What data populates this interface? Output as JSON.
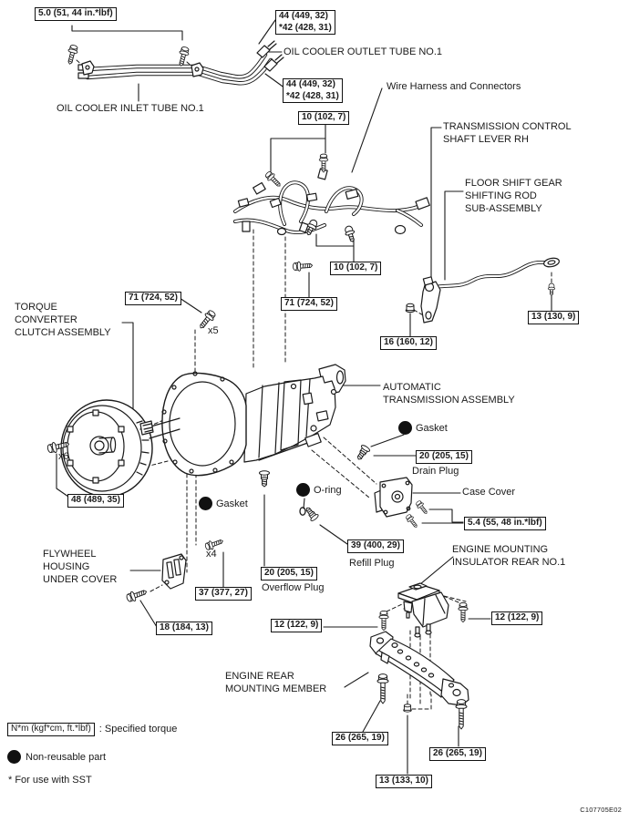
{
  "figure": {
    "code": "C107705E02",
    "torque_specs": {
      "oil_tube_clamp": "5.0 (51, 44 in.*lbf)",
      "oil_outlet_union": "44 (449, 32)\n*42 (428, 31)",
      "oil_inlet_union": "44 (449, 32)\n*42 (428, 31)",
      "harness_bolt_upper": "10 (102, 7)",
      "harness_bolt_lower": "10 (102, 7)",
      "housing_bolt_left": "71 (724, 52)",
      "housing_bolt_mid": "71 (724, 52)",
      "control_shaft_nut": "16 (160, 12)",
      "shift_rod_bolt": "13 (130, 9)",
      "drain_plug": "20 (205, 15)",
      "case_cover_bolt": "5.4 (55, 48 in.*lbf)",
      "converter_bolt": "48 (489, 35)",
      "refill_plug": "39 (400, 29)",
      "overflow_plug": "20 (205, 15)",
      "under_cover_bolt": "37 (377, 27)",
      "under_cover_front_bolt": "18 (184, 13)",
      "insulator_bolt_left": "12 (122, 9)",
      "insulator_bolt_right": "12 (122, 9)",
      "member_bolt_left": "26 (265, 19)",
      "member_bolt_right": "26 (265, 19)",
      "member_center_nut": "13 (133, 10)"
    },
    "part_labels": {
      "oil_cooler_inlet": "OIL COOLER INLET TUBE NO.1",
      "oil_cooler_outlet": "OIL COOLER OUTLET TUBE NO.1",
      "wire_harness": "Wire Harness and Connectors",
      "trans_control_lever": "TRANSMISSION CONTROL\nSHAFT LEVER RH",
      "floor_shift_rod": "FLOOR SHIFT GEAR\nSHIFTING ROD\nSUB-ASSEMBLY",
      "torque_converter": "TORQUE\nCONVERTER\nCLUTCH ASSEMBLY",
      "automatic_transmission": "AUTOMATIC\nTRANSMISSION ASSEMBLY",
      "gasket_right": "Gasket",
      "gasket_left": "Gasket",
      "o_ring": "O-ring",
      "drain_plug": "Drain Plug",
      "case_cover": "Case Cover",
      "refill_plug": "Refill Plug",
      "overflow_plug": "Overflow Plug",
      "flywheel_cover": "FLYWHEEL\nHOUSING\nUNDER COVER",
      "engine_mounting_insulator": "ENGINE MOUNTING\nINSULATOR REAR NO.1",
      "engine_rear_member": "ENGINE REAR\nMOUNTING MEMBER"
    },
    "multipliers": {
      "x5": "x5",
      "x6": "x6",
      "x4": "x4"
    },
    "legend": {
      "box_label": "N*m (kgf*cm, ft.*lbf)",
      "box_desc": ": Specified torque",
      "non_reusable": "Non-reusable part",
      "sst": "* For use with SST"
    }
  }
}
